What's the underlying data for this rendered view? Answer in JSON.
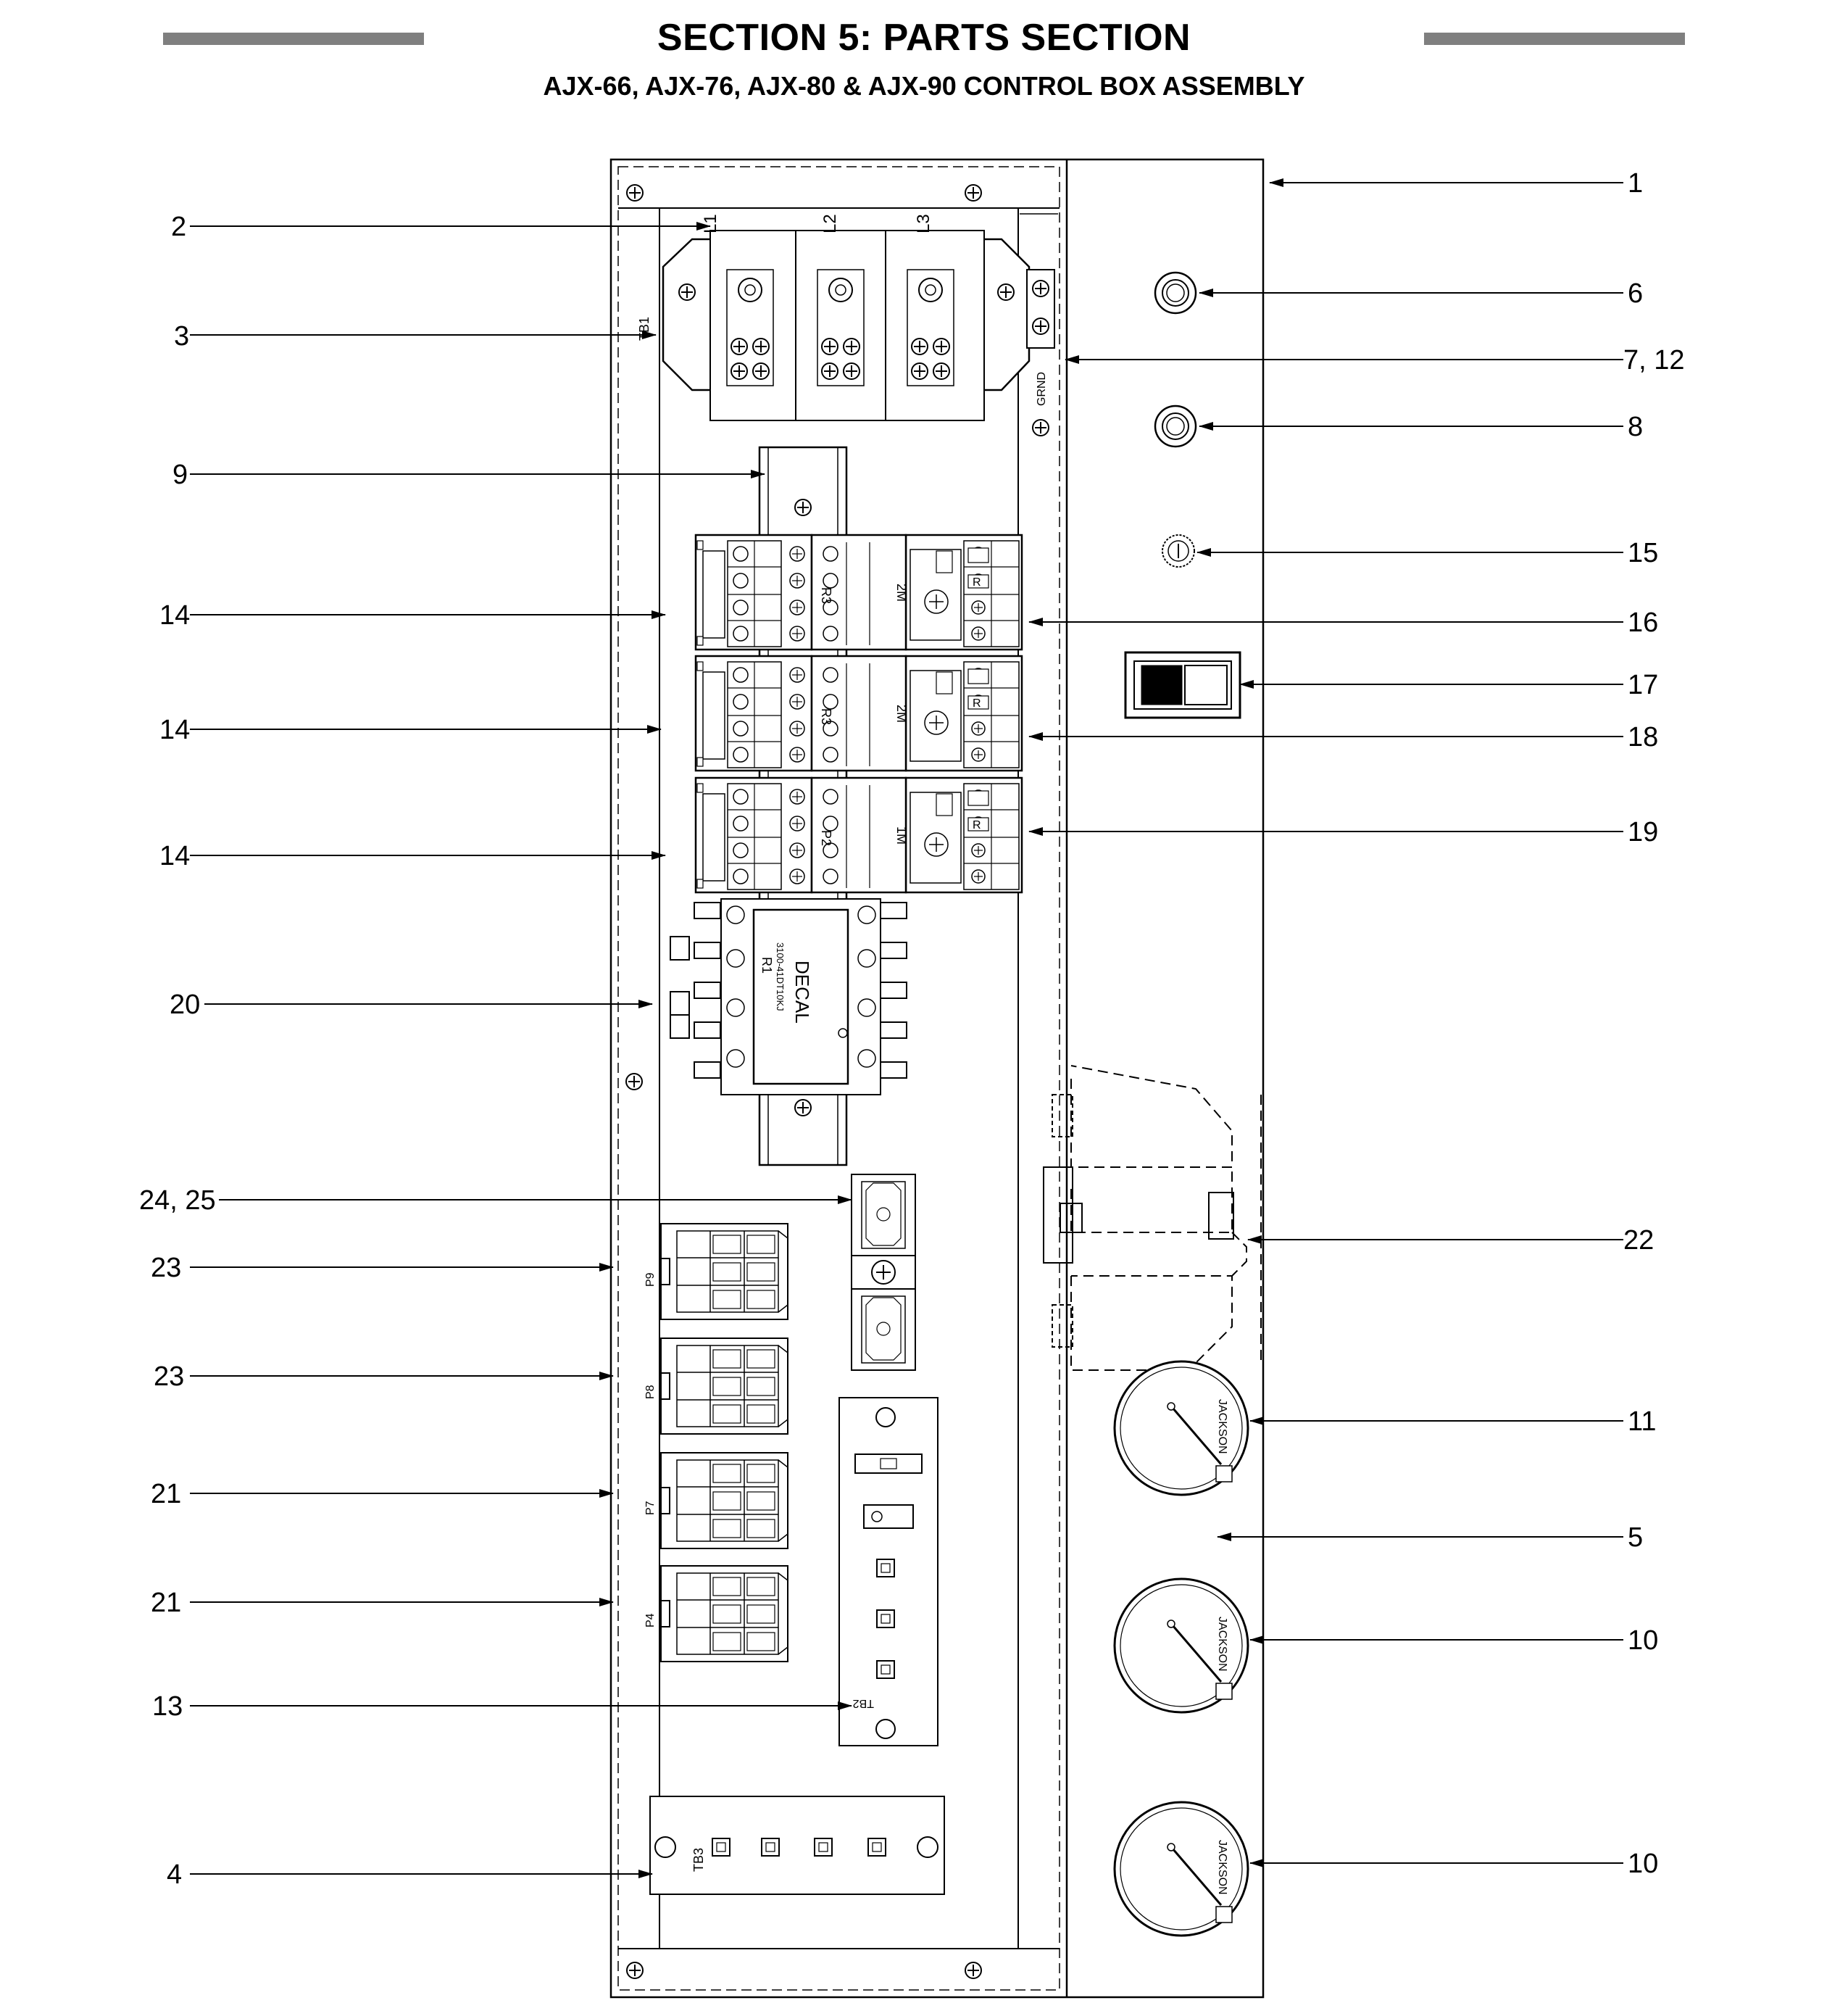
{
  "header": {
    "title": "SECTION 5: PARTS SECTION",
    "subtitle": "AJX-66, AJX-76, AJX-80 & AJX-90 CONTROL BOX ASSEMBLY"
  },
  "callouts": {
    "c1": "1",
    "c2": "2",
    "c3": "3",
    "c4": "4",
    "c5": "5",
    "c6": "6",
    "c7_12": "7, 12",
    "c8": "8",
    "c9": "9",
    "c10a": "10",
    "c10b": "10",
    "c11": "11",
    "c13": "13",
    "c14a": "14",
    "c14b": "14",
    "c14c": "14",
    "c15": "15",
    "c16": "16",
    "c17": "17",
    "c18": "18",
    "c19": "19",
    "c20": "20",
    "c21a": "21",
    "c21b": "21",
    "c22": "22",
    "c23a": "23",
    "c23b": "23",
    "c24_25": "24, 25"
  },
  "labels": {
    "tb1": "TB1",
    "l1": "L1",
    "l2": "L2",
    "l3": "L3",
    "grnd": "GRND",
    "r3a": "R3",
    "r3b": "R3",
    "p2": "P2",
    "m2a": "2M",
    "m2b": "2M",
    "m1": "1M",
    "r1": "R1",
    "decal": "DECAL",
    "part_no": "3100-41DT10KJ",
    "p9": "P9",
    "p8": "P8",
    "p7": "P7",
    "p4": "P4",
    "tb2": "TB2",
    "tb3": "TB3",
    "gauge1": "JACKSON",
    "gauge2": "JACKSON",
    "gauge3": "JACKSON"
  }
}
